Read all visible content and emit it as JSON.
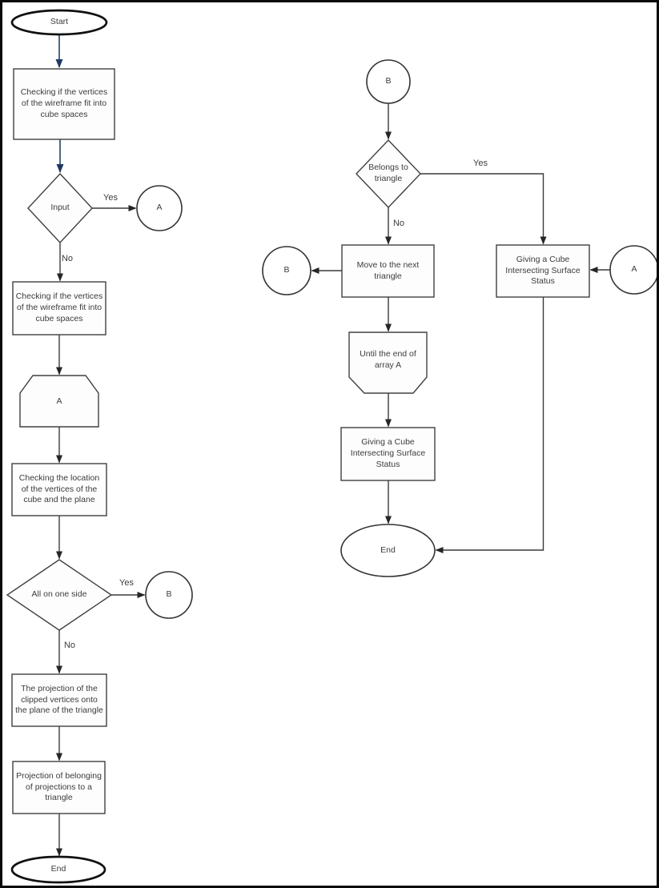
{
  "diagram": {
    "type": "flowchart",
    "colors": {
      "navy_arrow": "#1f3864",
      "navy_line": "#2f4f6f",
      "line_arrow": "#262626",
      "line": "#3a3a3a",
      "shape_border": "#404040"
    },
    "left": {
      "start_label": "Start",
      "check_vertices_1": "Checking if the vertices of the wireframe fit into cube spaces",
      "input_label": "Input",
      "input_yes": "Yes",
      "input_no": "No",
      "connector_a": "A",
      "check_vertices_2": "Checking if the vertices of the wireframe fit into cube spaces",
      "prep_a": "A",
      "check_location": "Checking the location of the vertices of the cube and the plane",
      "all_one_side_label": "All on one side",
      "all_one_side_yes": "Yes",
      "all_one_side_no": "No",
      "connector_b": "B",
      "projection_clipped": "The projection of the clipped vertices onto the plane of the triangle",
      "projection_belonging": "Projection of belonging of projections to a triangle",
      "end_label": "End"
    },
    "right": {
      "connector_b_top": "B",
      "belongs_label": "Belongs to triangle",
      "belongs_yes": "Yes",
      "belongs_no": "No",
      "move_next": "Move to the next triangle",
      "connector_b_mid": "B",
      "until_end": "Until the end of array A",
      "giving_status_mid": "Giving a Cube Intersecting Surface Status",
      "giving_status_right": "Giving a Cube Intersecting Surface Status",
      "connector_a_right": "A",
      "end_label": "End"
    }
  }
}
